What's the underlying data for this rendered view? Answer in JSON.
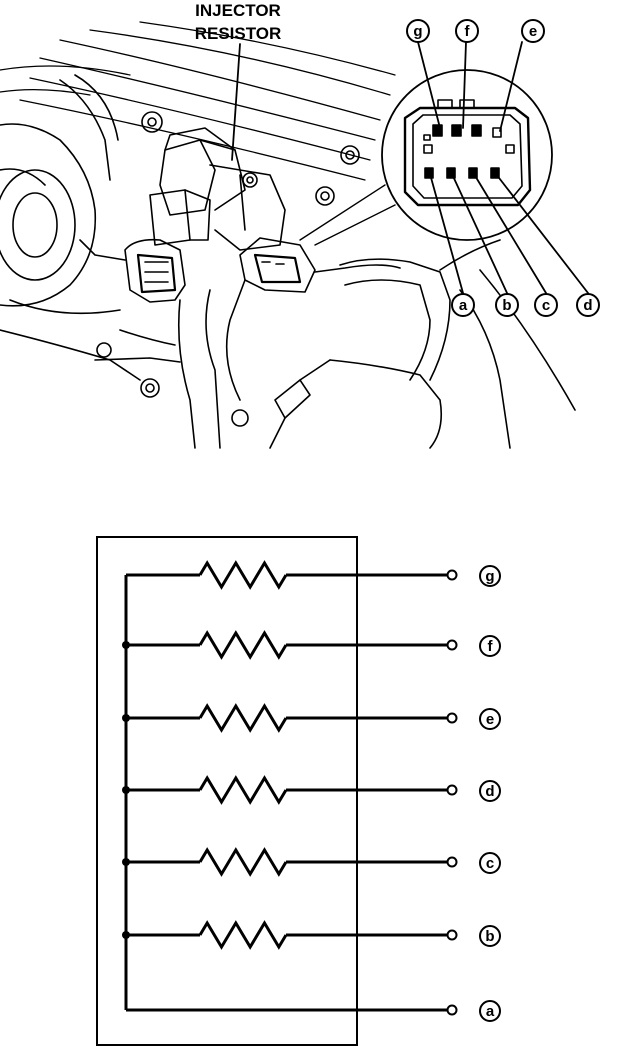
{
  "illustration": {
    "component_label_line1": "INJECTOR",
    "component_label_line2": "RESISTOR",
    "connector_callouts_top": [
      "g",
      "f",
      "e"
    ],
    "connector_callouts_bottom": [
      "a",
      "b",
      "c",
      "d"
    ]
  },
  "schematic": {
    "resistor_terminals": [
      "g",
      "f",
      "e",
      "d",
      "c",
      "b"
    ],
    "common_terminal": "a",
    "resistor_count": 6
  }
}
